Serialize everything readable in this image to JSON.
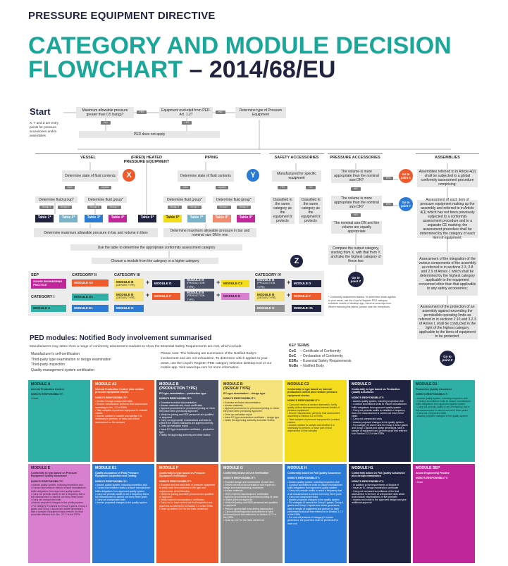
{
  "header": {
    "kicker": "PRESSURE EQUIPMENT DIRECTIVE",
    "title_line1": "CATEGORY AND MODULE DECISION",
    "title_line2": "FLOWCHART",
    "title_suffix": " – 2014/68/EU"
  },
  "colors": {
    "teal": "#1aa79a",
    "navy": "#1f2340",
    "orange": "#ee5a2b",
    "blue": "#2a7ad6",
    "grey_box": "#e7e7e7"
  },
  "start": {
    "label": "Start",
    "note": "X, Y and Z are entry points for pressure accessories and/or assemblies"
  },
  "flow": {
    "q_pressure": "Maximum allowable pressure greater than 0.5 bar(g)?",
    "yes": "YES",
    "no": "NO",
    "excluded": "Equipment excluded from PED. Art. 1.2?",
    "determine_type": "Determine type of Pressure Equipment",
    "ped_not_apply": "PED does not apply",
    "ped_not_apply2": "PED does not apply",
    "vessel": "VESSEL",
    "fired": "(FIRED) HEATED PRESSURE EQUIPMENT",
    "piping": "PIPING",
    "safety": "SAFETY ACCESSORIES",
    "pressure_acc": "PRESSURE ACCESSORIES",
    "assemblies": "ASSEMBLIES",
    "state_vessel": "Determine state of fluid contents",
    "state_piping": "Determine state of fluid contents",
    "gas": "GAS",
    "liquid": "LIQUID",
    "gas2": "GAS",
    "liquid2": "LIQUID",
    "fluid_group": "Determine fluid group*",
    "group1": "Group 1",
    "group2": "Group 2",
    "tables": [
      "Table 1*",
      "Table 2*",
      "Table 3*",
      "Table 4*",
      "Table 5*",
      "Table 6*",
      "Table 7*",
      "Table 8*",
      "Table 9*"
    ],
    "vol_vessel": "Determine maximum allowable pressure in bar and volume in litres",
    "vol_piping": "Determine maximum allowable pressure in bar and nominal size DN in mm",
    "use_table": "Use the table to determine the appropriate conformity assessment category",
    "choose_module": "Choose a module from the category or a higher category",
    "manufactured": "Manufactured for specific equipment",
    "classified_yes": "Classified in the same category as the equipment it protects",
    "classified_no": "Classified in the same category as the equipment it protects",
    "vol_q": "The volume is more appropriate than the nominal size DN?",
    "dn_q": "The volume is more appropriate than the nominal size DN?",
    "equal": "The nominal size DN and the volume are equally appropriate",
    "compare": "Compare the output category, starting from X, with that from Y, and take the highest category of these two",
    "goto_x": "Go to point X",
    "goto_y": "Go to point Y",
    "goto_z": "Go to point Z",
    "goto_z2": "Go to point Z",
    "asm1": "Assemblies referred to in Article 4(2) shall be subjected to a global conformity assessment procedure comprising:",
    "asm2": "Assessment of each item of pressure equipment making up the assembly and referred to in Article 4(1) which has not been previously subjected to a conformity assessment procedure and to a separate CE marking; the assessment procedure shall be determined by the category of each item of equipment;",
    "asm3": "Assessment of the integration of the various components of the assembly as referred to in sections 2.3, 2.8 and 2.9 of Annex I, which shall be determined by the highest category applicable to the equipment concerned other than that applicable to any safety accessories;",
    "asm4": "Assessment of the protection of an assembly against exceeding the permissible operating limits as referred to in sections 2.10 and 3.2.3 of Annex I, shall be conducted in the light of the highest category applicable to the items of equipment to be protected.",
    "footnote": "* Conformity assessment tables. To determine which applies to your asset, use the Lloyd's Register PED category selection mobile or desktop app, found at www.lrqa.com. When reviewing the tables, please note the exceptions.",
    "x": "X",
    "y": "Y",
    "z": "Z"
  },
  "categories": {
    "sep": "SEP",
    "sep_sub": "SOUND ENGINEERING PRACTICE",
    "cat1": "CATEGORY I",
    "cat2": "CATEGORY II",
    "cat3": "CATEGORY III",
    "cat4": "CATEGORY IV",
    "mod_a": "MODULE A",
    "mod_a2": "MODULE A2",
    "mod_d1": "MODULE D1",
    "mod_e1": "MODULE E1",
    "mod_b1": "MODULE B",
    "mod_b1_sub": "(DESIGN TYPE)",
    "mod_d": "MODULE D",
    "mod_b2": "MODULE B",
    "mod_b2_sub": "(PRODUCTION TYPE)",
    "mod_c2": "MODULE C2",
    "mod_b3": "MODULE B",
    "mod_b3_sub": "(DESIGN TYPE)",
    "mod_f": "MODULE F",
    "mod_b4": "MODULE B",
    "mod_b4_sub": "(PRODUCTION TYPE)",
    "mod_e": "MODULE E",
    "mod_h": "MODULE H",
    "mod_b5": "MODULE B",
    "mod_b5_sub": "(PRODUCTION TYPE)",
    "mod_d_iv": "MODULE D",
    "mod_b6": "MODULE B",
    "mod_b6_sub": "(DESIGN TYPE)",
    "mod_f_iv": "MODULE F",
    "mod_g": "MODULE G",
    "mod_h1": "MODULE H1",
    "plus": "+"
  },
  "notified": {
    "title": "PED modules: Notified Body involvement summarised",
    "intro": "Manufacturers may select from a range of conformity assessment modules to show the Essential Safety Requirements are met, which include:",
    "bullets": [
      "Manufacturer's self-certification",
      "Third-party type examination or design examination",
      "Third-party inspection",
      "Quality management system certification"
    ],
    "para": "Please note: The following are summaries of the Notified Body's involvement and are not exhaustive. To determine which applies to your asset, use the Lloyd's Register PED category selection desktop tool or our mobile app. Visit www.lrqa.com for more information.",
    "key_title": "KEY TERMS",
    "keys": [
      {
        "k": "CoC",
        "v": "– Certificate of Conformity"
      },
      {
        "k": "DoC",
        "v": "– Declaration of Conformity"
      },
      {
        "k": "ESRs",
        "v": "– Essential Safety Requirements"
      },
      {
        "k": "NoBo",
        "v": "– Notified Body"
      }
    ]
  },
  "cards_row1": [
    {
      "title": "MODULE A",
      "sub": "Internal Production Control",
      "resp": "NOBO'S RESPONSIBILITY:",
      "items": [
        "None"
      ],
      "bg": "#2fb0a6",
      "fg": "#0f2b29"
    },
    {
      "title": "MODULE A2",
      "sub": "Internal Production Control plus random pressure equipment checks",
      "resp": "NOBO'S RESPONSIBILITY:",
      "items": [
        "Monitor through unexpected visits",
        "Ensure manufacturer performs final assessment according to Sec. 3.2 of ESRs",
        "Take samples of pressure equipment to conduct checks",
        "Assess number to sample and whether it is necessary to perform, or have part of final assessment on the samples"
      ],
      "bg": "#ee5a2b",
      "fg": "#ffffff"
    },
    {
      "title": "MODULE B",
      "title2": "(PRODUCTION TYPE)",
      "sub": "EC-type examination – production type",
      "resp": "NOBO'S RESPONSIBILITY:",
      "items": [
        "Examine technical documentation",
        "Assess materials and check certificates",
        "Approve procedures for permanent joining or check they have been previously approved",
        "Verify the joining and NDE personnel are qualified or approved",
        "Carry out appropriate examinations and tests to check if the chosen standards are applied correctly",
        "Draw up evaluation report",
        "Issue EC-type examination certificate – production type",
        "Notify the approving authority and other NoBos"
      ],
      "bg": "#4a5066",
      "fg": "#ffffff"
    },
    {
      "title": "MODULE B",
      "title2": "(DESIGN TYPE)",
      "sub": "EC-type examination – design type",
      "resp": "NOBO'S RESPONSIBILITY:",
      "items": [
        "Examine technical documentation",
        "Assess materials",
        "Approve procedures for permanent joining or check they have been previously approved",
        "Draw up evaluation report",
        "Issue EC-type examination certificate – design type",
        "Notify the approving authority and other NoBos"
      ],
      "bg": "#f6e27a",
      "fg": "#2b2b2b"
    },
    {
      "title": "MODULE C2",
      "sub": "Conformity to type based on internal production control plus random pressure equipment checks",
      "resp": "NOBO'S RESPONSIBILITY:",
      "items": [
        "Carry out checks at random intervals to verify quality of final assessment and internal checks of pressure equipment",
        "Ensure manufacturer performs final assessment according to Section 3.2 of ESRs",
        "Take samples of pressure equipment to conduct checks",
        "Assess number to sample and whether it is necessary to perform, or have part of final assessment on the samples"
      ],
      "bg": "#f3dc1c",
      "fg": "#2b2b2b"
    },
    {
      "title": "MODULE D",
      "sub": "Conformity to type based on Production Quality Assurance",
      "resp": "NOBO'S RESPONSIBILITY:",
      "items": [
        "Assess quality system, including inspection visit",
        "Conduct surveillance visits to ensure manufacturer fulfils obligations from approved quality system",
        "Carry out periodic audits to establish a frequency that a full reassessment is carried out every three years",
        "Carry out unexpected visits",
        "Assess proposed changes to the quality system",
        "For category III and IV and for Group 1 and 2 gases and Group 1 liquids and steam generators, take a sample of equipment and perform proof test referred to in Section 3.2.2 of the ESRs"
      ],
      "bg": "#1f2340",
      "fg": "#ffffff"
    },
    {
      "title": "MODULE D1",
      "sub": "Production Quality Assurance",
      "resp": "NOBO'S RESPONSIBILITY:",
      "items": [
        "Assess quality system, including inspection visit",
        "Conduct surveillance visits to ensure manufacturer fulfils obligations from approved quality system",
        "Carry out periodic audits to set a frequency that a full reassessment is carried out every three years",
        "Carry out unexpected visits",
        "Assess proposed changes to the quality system"
      ],
      "bg": "#2fb0a6",
      "fg": "#0f2b29"
    }
  ],
  "cards_row2": [
    {
      "title": "MODULE E",
      "sub": "Conformity to type based on Pressure Equipment Quality Assurance",
      "resp": "NOBO'S RESPONSIBILITY:",
      "items": [
        "Assess quality system, including inspection visit",
        "Conduct surveillance visits to ensure manufacturer fulfils obligations from approved quality system",
        "Carry out periodic audits to set a frequency that a full reassessment is carried out every three years",
        "Carry out unexpected visits",
        "Assess proposed changes to the quality system",
        "For category III vessels for Group 1 gases, Group 1 gases and Group 1 liquids and steam generators, take a sample of equipment and perform the final proof test referred to in Sec. 3.2.2 of the ESRs"
      ],
      "bg": "#d97fcf",
      "fg": "#2b1d2b"
    },
    {
      "title": "MODULE E1",
      "sub": "Quality Assurance of Final Pressure Equipment Inspection and Testing",
      "resp": "NOBO'S RESPONSIBILITY:",
      "items": [
        "Assess quality system, including inspection visit",
        "Conduct surveillance visits to ensure manufacturer fulfils obligations from approved quality system",
        "Carry out periodic audits to set a frequency that a full reassessment is carried out every three years",
        "Carry out unexpected visits",
        "Assess proposed changes to the quality system"
      ],
      "bg": "#2a7ad6",
      "fg": "#ffffff"
    },
    {
      "title": "MODULE F",
      "sub": "Conformity to type based on Pressure Equipment Verification",
      "resp": "NOBO'S RESPONSIBILITY:",
      "items": [
        "Examine and test each item of pressure equipment to verify each item conforms to the type and requirements of the Directive",
        "Verify the joining and NDE personnel are qualified or approved",
        "Verify material manufacturers' certificates",
        "Carry out or have carried out final inspection and proof test as referred to in Section 3.2 of the ESRs",
        "Draw up written CoC for the tests carried out"
      ],
      "bg": "#ee5a2b",
      "fg": "#ffffff"
    },
    {
      "title": "MODULE G",
      "sub": "Conformity based on Unit Verification",
      "resp": "NOBO'S RESPONSIBILITY:",
      "items": [
        "Examine design and construction of each item",
        "Review technical documentation with respect to design and manufacturing procedures",
        "Assess materials",
        "Verify material manufacturers' certificates",
        "Approve procedures for permanent joining of parts or check previous approval",
        "Verify the joining and NDE personnel are qualified or approved",
        "Perform appropriate tests during manufacture",
        "Carry out final inspection and perform or have performed proof test referred to in Section 3.2.2 of the ESRs",
        "Draw up CoC for the tests carried out"
      ],
      "bg": "#8e8e8e",
      "fg": "#ffffff"
    },
    {
      "title": "MODULE H",
      "sub": "Conformity based on Full Quality Assurance",
      "resp": "NOBO'S RESPONSIBILITY:",
      "items": [
        "Assess quality system, including inspection visit",
        "Conduct surveillance visits to ensure manufacturer fulfils obligations from approved quality system",
        "Carry out periodic audits to reach a frequency that a full reassessment is carried out every three years",
        "Carry out unexpected visits",
        "Assess proposed changes to the quality system",
        "For category III vessels for Group 1 gases, Group 1 gases and Group 1 liquids and steam generators, take a sample of equipment and perform or have performed final proof test referred to in Section 3.2.2 of the ESRs",
        "For one-off products of category III shown generators, the proof test must be performed for each unit"
      ],
      "bg": "#2a7ad6",
      "fg": "#ffffff"
    },
    {
      "title": "MODULE H1",
      "sub": "Conformity based on Full Quality Assurance plus design examination",
      "resp": "NOBO'S RESPONSIBILITY:",
      "items": [
        "In addition to the requirements of Module H",
        "Issue an EC design examination certificate",
        "Carry out increased surveillance of the final assessment in the form of unexpected visits which must include examinations on the premises",
        "Assess and notify to the approved design and give additional approval"
      ],
      "bg": "#1f2340",
      "fg": "#ffffff"
    },
    {
      "title": "MODULE SEP",
      "sub": "Sound Engineering Practice",
      "resp": "NOBO'S RESPONSIBILITY:",
      "items": [
        "None"
      ],
      "bg": "#c0259a",
      "fg": "#ffffff"
    }
  ]
}
